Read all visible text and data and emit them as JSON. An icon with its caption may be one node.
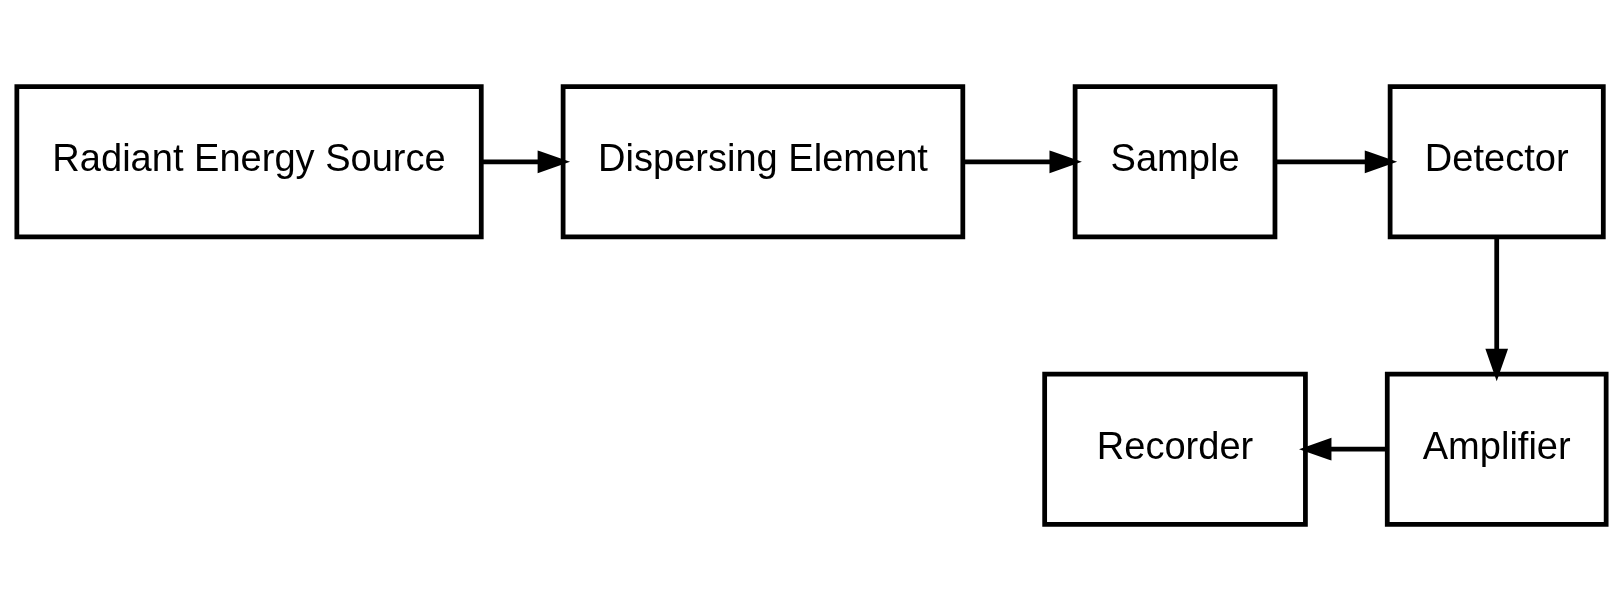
{
  "diagram": {
    "nodes": [
      {
        "text": [
          "Radiant Energy Source"
        ]
      },
      {
        "text": [
          "Dispersing Element"
        ]
      },
      {
        "text": [
          "Sample"
        ]
      },
      {
        "text": [
          "Detector"
        ]
      },
      {
        "text": [
          "Amplifier"
        ]
      },
      {
        "text": [
          "Recorder"
        ]
      }
    ],
    "edges": [
      {
        "from": 0,
        "to": 1,
        "arrow": "to"
      },
      {
        "from": 1,
        "to": 2,
        "arrow": "to"
      },
      {
        "from": 2,
        "to": 3,
        "arrow": "to"
      },
      {
        "from": 3,
        "to": 4,
        "arrow": "to"
      },
      {
        "from": 4,
        "to": 5,
        "arrow": "to"
      }
    ]
  }
}
